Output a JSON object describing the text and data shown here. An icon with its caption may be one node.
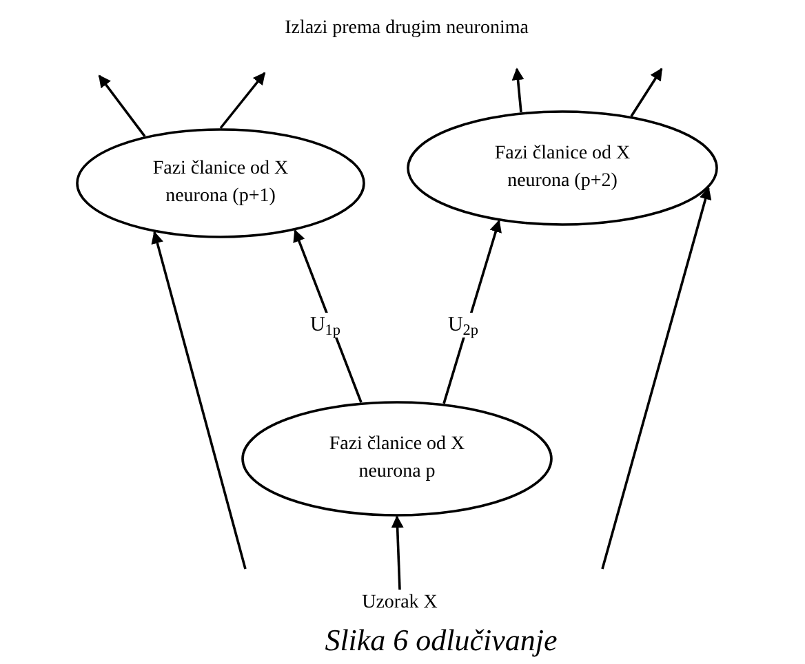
{
  "diagram": {
    "caption": "Slika 6 odlučivanje",
    "nodes": [
      {
        "text": [
          "Fazi članice od X neurona (p+1)"
        ]
      },
      {
        "text": [
          "Fazi članice od X neurona (p+2)"
        ]
      },
      {
        "text": [
          "Fazi članice od X neurona p"
        ]
      },
      {
        "text": [
          "Uzorak X"
        ]
      }
    ],
    "edges": [
      {
        "from": 0,
        "to": null,
        "arrow": "to"
      },
      {
        "from": 0,
        "to": null,
        "arrow": "to"
      },
      {
        "from": 1,
        "to": null,
        "arrow": "to"
      },
      {
        "from": 1,
        "to": null,
        "arrow": "to"
      },
      {
        "from": 2,
        "to": 0,
        "arrow": "to",
        "label": "U$_{1p}$"
      },
      {
        "from": 2,
        "to": 1,
        "arrow": "to",
        "label": "U$_{2p}$"
      },
      {
        "from": null,
        "to": 0,
        "arrow": "to"
      },
      {
        "from": null,
        "to": 1,
        "arrow": "to"
      },
      {
        "from": 3,
        "to": 2,
        "arrow": "to"
      }
    ],
    "labels": [
      "Izlazi prema drugim neuronima"
    ]
  }
}
